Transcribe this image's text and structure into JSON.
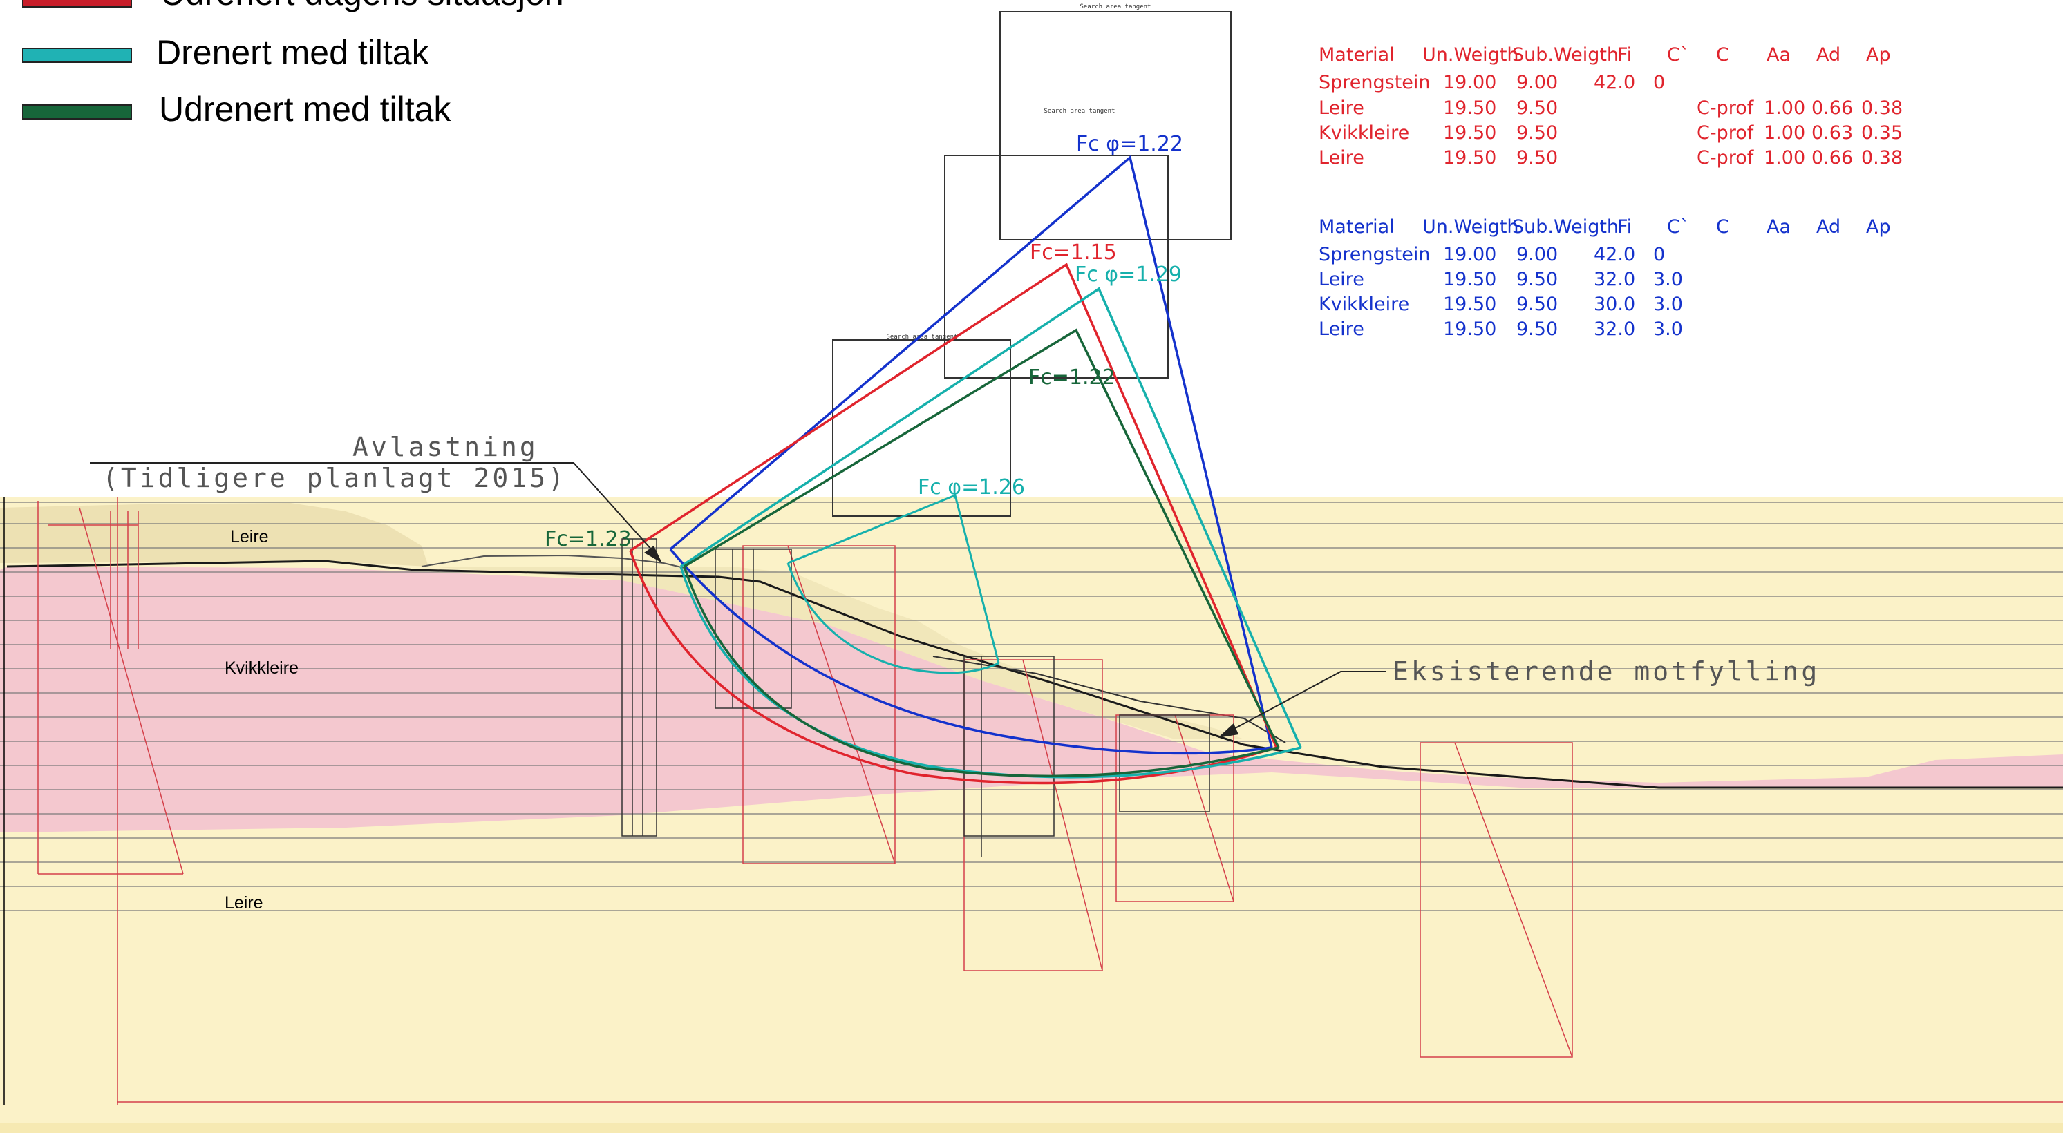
{
  "legend": {
    "items": [
      {
        "label": "Udrenert dagens situasjon",
        "color": "#c81e2a"
      },
      {
        "label": "Drenert med tiltak",
        "color": "#20b2b4"
      },
      {
        "label": "Udrenert med tiltak",
        "color": "#17663a"
      }
    ]
  },
  "colors": {
    "clay": "#fbf2c8",
    "clay_surface": "#eadcae",
    "quick_clay": "#f4c8cf",
    "red": "#e0242d",
    "blue": "#1432cc",
    "cyan": "#16b0ac",
    "green": "#17663a"
  },
  "annotations": {
    "avlastning": "Avlastning",
    "tidligere": "(Tidligere planlagt 2015)",
    "motfylling": "Eksisterende motfylling"
  },
  "soil_labels": {
    "leire_top": "Leire",
    "kvikkleire": "Kvikkleire",
    "leire_bottom": "Leire"
  },
  "fc_labels": {
    "blue_phi": "Fc φ=1.22",
    "red": "Fc=1.15",
    "cyan_phi_top": "Fc φ=1.29",
    "green": "Fc=1.22",
    "cyan_phi_small": "Fc φ=1.26",
    "green_small": "Fc=1.23"
  },
  "search_box_label": "Search area tangent",
  "table_undrained": {
    "headers": [
      "Material",
      "Un.Weigth",
      "Sub.Weigth",
      "Fi",
      "C`",
      "C",
      "Aa",
      "Ad",
      "Ap"
    ],
    "rows": [
      [
        "Sprengstein",
        "19.00",
        "9.00",
        "42.0",
        "0",
        "",
        "",
        "",
        ""
      ],
      [
        "Leire",
        "19.50",
        "9.50",
        "",
        "",
        "C-prof",
        "1.00",
        "0.66",
        "0.38"
      ],
      [
        "Kvikkleire",
        "19.50",
        "9.50",
        "",
        "",
        "C-prof",
        "1.00",
        "0.63",
        "0.35"
      ],
      [
        "Leire",
        "19.50",
        "9.50",
        "",
        "",
        "C-prof",
        "1.00",
        "0.66",
        "0.38"
      ]
    ]
  },
  "table_drained": {
    "headers": [
      "Material",
      "Un.Weigth",
      "Sub.Weigth",
      "Fi",
      "C`",
      "C",
      "Aa",
      "Ad",
      "Ap"
    ],
    "rows": [
      [
        "Sprengstein",
        "19.00",
        "9.00",
        "42.0",
        "0",
        "",
        "",
        "",
        ""
      ],
      [
        "Leire",
        "19.50",
        "9.50",
        "32.0",
        "3.0",
        "",
        "",
        "",
        ""
      ],
      [
        "Kvikkleire",
        "19.50",
        "9.50",
        "30.0",
        "3.0",
        "",
        "",
        "",
        ""
      ],
      [
        "Leire",
        "19.50",
        "9.50",
        "32.0",
        "3.0",
        "",
        "",
        "",
        ""
      ]
    ]
  }
}
